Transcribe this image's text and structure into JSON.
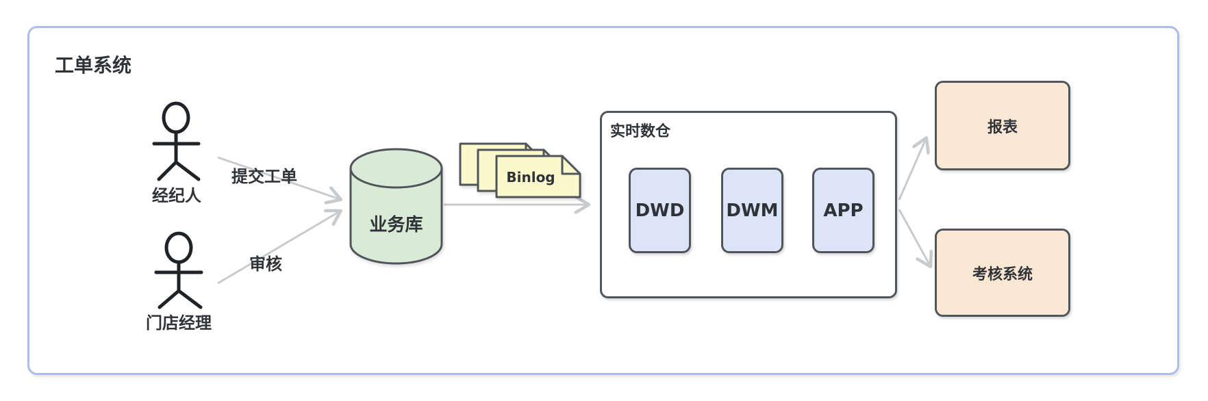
{
  "diagram": {
    "title": "工单系统",
    "actors": [
      {
        "label": "经纪人"
      },
      {
        "label": "门店经理"
      }
    ],
    "edges": {
      "submit_label": "提交工单",
      "review_label": "审核"
    },
    "database": {
      "label": "业务库"
    },
    "binlog": {
      "label": "Binlog"
    },
    "warehouse": {
      "label": "实时数仓",
      "stages": [
        {
          "label": "DWD"
        },
        {
          "label": "DWM"
        },
        {
          "label": "APP"
        }
      ]
    },
    "outputs": [
      {
        "label": "报表"
      },
      {
        "label": "考核系统"
      }
    ],
    "colors": {
      "frame_border": "#aebde8",
      "shape_border": "#50555b",
      "database_fill": "#d9ead7",
      "binlog_fill": "#fbf8cc",
      "stage_fill": "#dbe5f7",
      "output_fill": "#fae8d4",
      "arrow": "#c7cbce",
      "text": "#2f3338"
    }
  }
}
